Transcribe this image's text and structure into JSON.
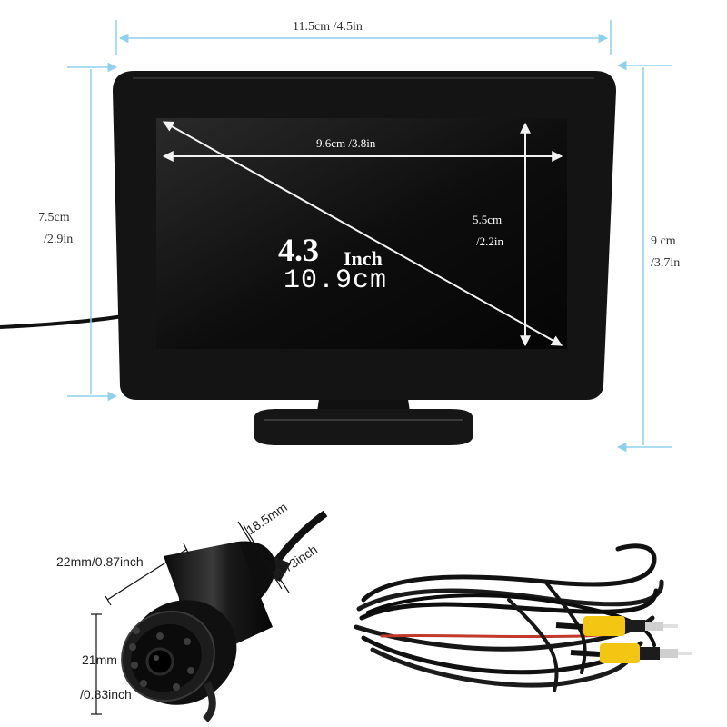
{
  "colors": {
    "dimension_line": "#8fd0ea",
    "screen_arrow": "#f2f2f2",
    "monitor_body": "#141414",
    "rca_plug": "#f3c614",
    "cable_red": "#c0392b"
  },
  "monitor": {
    "width_label": "11.5cm /4.5in",
    "height_label_cm": "7.5cm",
    "height_label_in": "/2.9in",
    "total_height_label_cm": "9  cm",
    "total_height_label_in": "/3.7in",
    "screen": {
      "width_label": "9.6cm /3.8in",
      "height_label_cm": "5.5cm",
      "height_label_in": "/2.2in",
      "diagonal_value": "4.3",
      "diagonal_unit": "Inch",
      "diagonal_metric": "10.9cm"
    }
  },
  "camera": {
    "front_diameter_label": "22mm/0.87inch",
    "rear_diameter_label": "18.5mm",
    "rear_diameter_label_in": "/0.73inch",
    "depth_label": "21mm",
    "depth_label_in": "/0.83inch"
  },
  "cable": {
    "plug_icons": [
      "rca-plug-icon",
      "rca-plug-icon"
    ]
  }
}
